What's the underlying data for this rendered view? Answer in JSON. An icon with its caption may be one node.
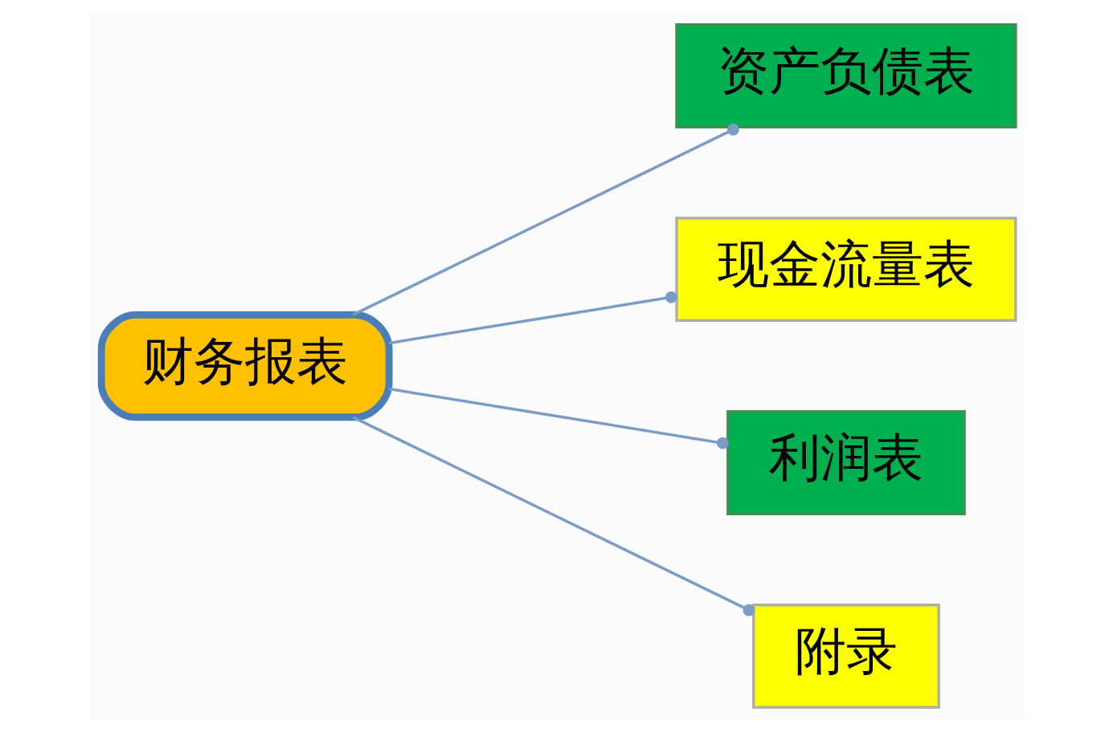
{
  "diagram": {
    "nodes": [
      {
        "text": [
          "财务报表"
        ]
      },
      {
        "text": [
          "资产负债表"
        ]
      },
      {
        "text": [
          "现金流量表"
        ]
      },
      {
        "text": [
          "利润表"
        ]
      },
      {
        "text": [
          "附录"
        ]
      }
    ],
    "edges": [
      {
        "from": 0,
        "to": 1,
        "arrow": "other"
      },
      {
        "from": 0,
        "to": 2,
        "arrow": "other"
      },
      {
        "from": 0,
        "to": 3,
        "arrow": "other"
      },
      {
        "from": 0,
        "to": 4,
        "arrow": "other"
      }
    ]
  }
}
